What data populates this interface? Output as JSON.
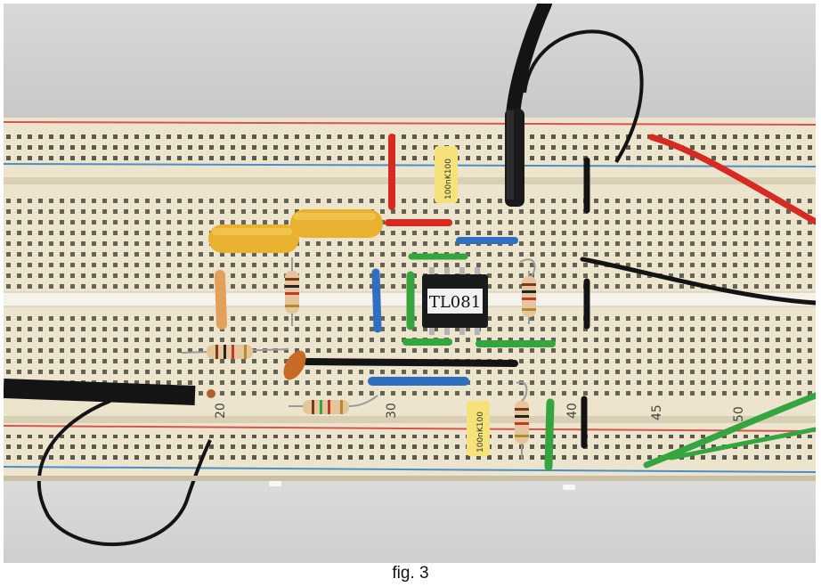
{
  "photo": {
    "board_labels": [
      "20",
      "30",
      "40",
      "45",
      "50"
    ],
    "chip_label": "TL081",
    "capacitor_markings": [
      "100nK100",
      "100nK100"
    ]
  },
  "caption": "fig. 3",
  "colors": {
    "board": "#ece4cc",
    "rail_red": "#d9534f",
    "rail_blue": "#4a8fc9",
    "wire_red": "#d62a22",
    "wire_blue": "#2f6fc2",
    "wire_green": "#35a540",
    "wire_black": "#141414",
    "wire_orange": "#e2a05a",
    "cap_yellow": "#e8b230"
  }
}
